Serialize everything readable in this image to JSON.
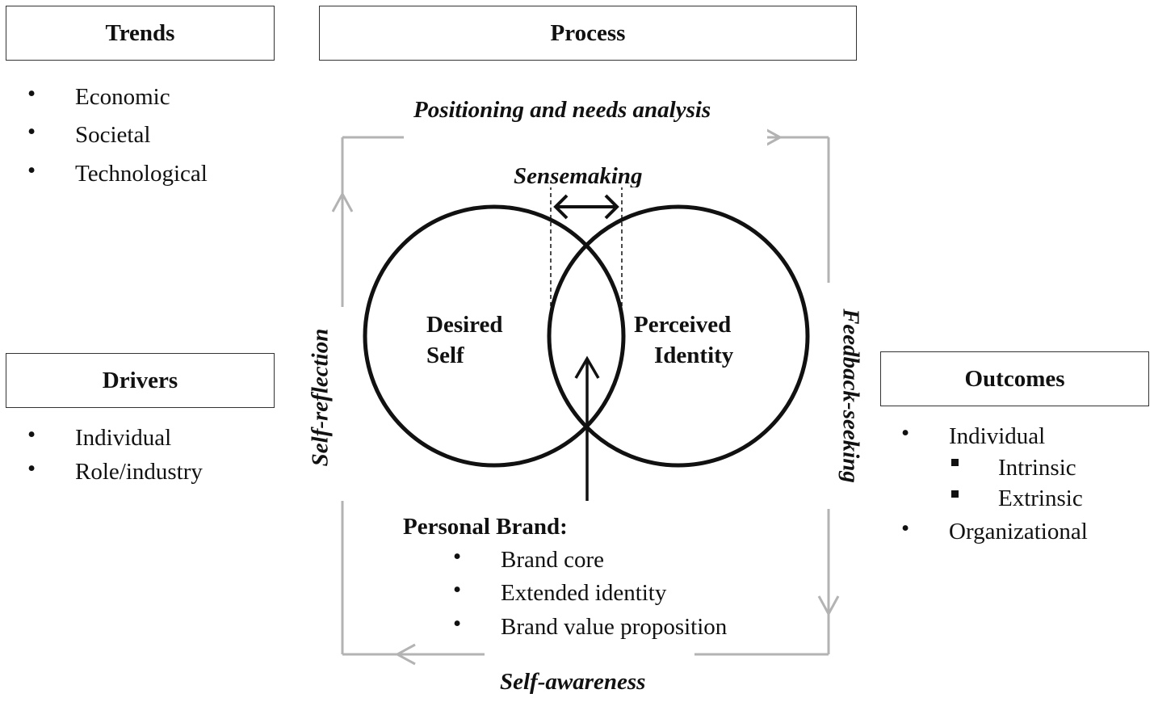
{
  "boxes": {
    "trends": "Trends",
    "process": "Process",
    "drivers": "Drivers",
    "outcomes": "Outcomes"
  },
  "trends_items": [
    "Economic",
    "Societal",
    "Technological"
  ],
  "drivers_items": [
    "Individual",
    "Role/industry"
  ],
  "outcomes": {
    "item1": "Individual",
    "sub1": "Intrinsic",
    "sub2": "Extrinsic",
    "item2": "Organizational"
  },
  "labels": {
    "positioning": "Positioning and needs analysis",
    "sensemaking": "Sensemaking",
    "self_reflection": "Self-reflection",
    "feedback_seeking": "Feedback-seeking",
    "self_awareness": "Self-awareness",
    "desired_line1": "Desired",
    "desired_line2": "Self",
    "perceived_line1": "Perceived",
    "perceived_line2": "Identity"
  },
  "personal_brand": {
    "title": "Personal Brand:",
    "items": [
      "Brand core",
      "Extended identity",
      "Brand value proposition"
    ]
  }
}
